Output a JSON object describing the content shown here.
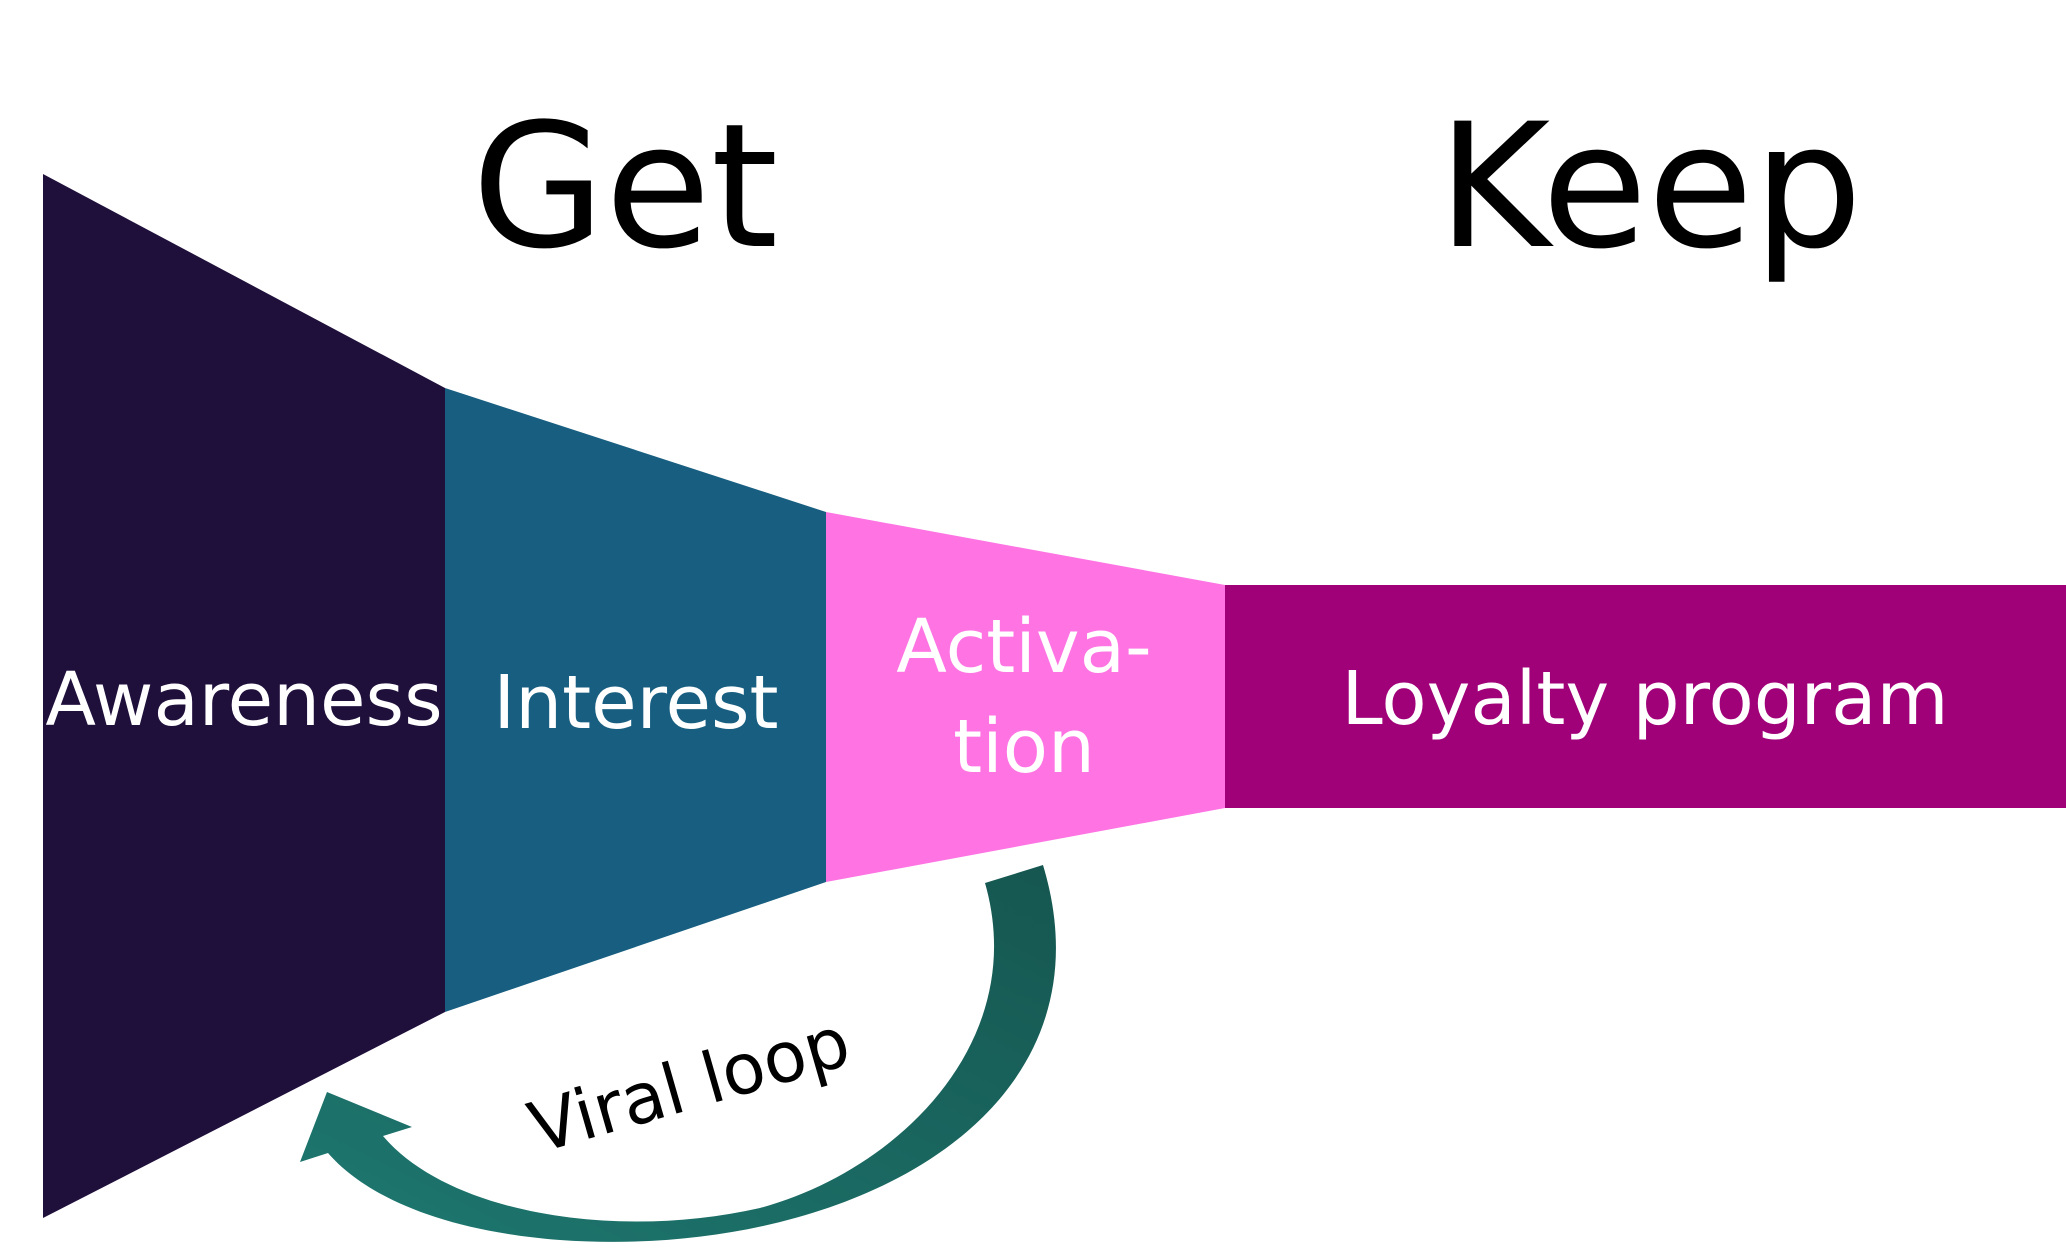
{
  "headings": {
    "get": "Get",
    "keep": "Keep"
  },
  "stages": [
    {
      "label": "Awareness",
      "color": "#1f0f3b"
    },
    {
      "label": "Interest",
      "color": "#175e80"
    },
    {
      "label_line1": "Activa-",
      "label_line2": "tion",
      "color": "#ff73e3"
    },
    {
      "label": "Loyalty program",
      "color": "#a00078"
    }
  ],
  "loop": {
    "label": "Viral loop",
    "color_start": "#165650",
    "color_end": "#1d7870"
  }
}
